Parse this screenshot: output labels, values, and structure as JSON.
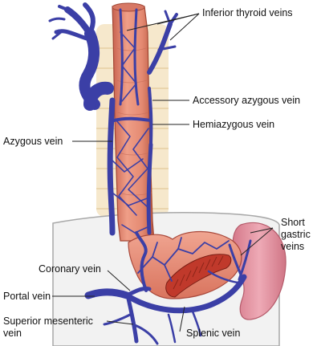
{
  "labels": {
    "inferior_thyroid_veins": "Inferior thyroid veins",
    "accessory_azygous_vein": "Accessory azygous vein",
    "hemiazygous_vein": "Hemiazygous vein",
    "azygous_vein": "Azygous vein",
    "short_gastric_veins_1": "Short",
    "short_gastric_veins_2": "gastric",
    "short_gastric_veins_3": "veins",
    "coronary_vein": "Coronary vein",
    "portal_vein": "Portal vein",
    "superior_mesenteric_vein_1": "Superior mesenteric",
    "superior_mesenteric_vein_2": "vein",
    "splenic_vein": "Splenic vein"
  },
  "colors": {
    "vein": "#3b3fa6",
    "esophagus": "#e08a74",
    "stomach": "#e5907c",
    "spleen": "#e3909a",
    "spine": "#f3e2bf",
    "diaphragm": "#eeeeee"
  }
}
